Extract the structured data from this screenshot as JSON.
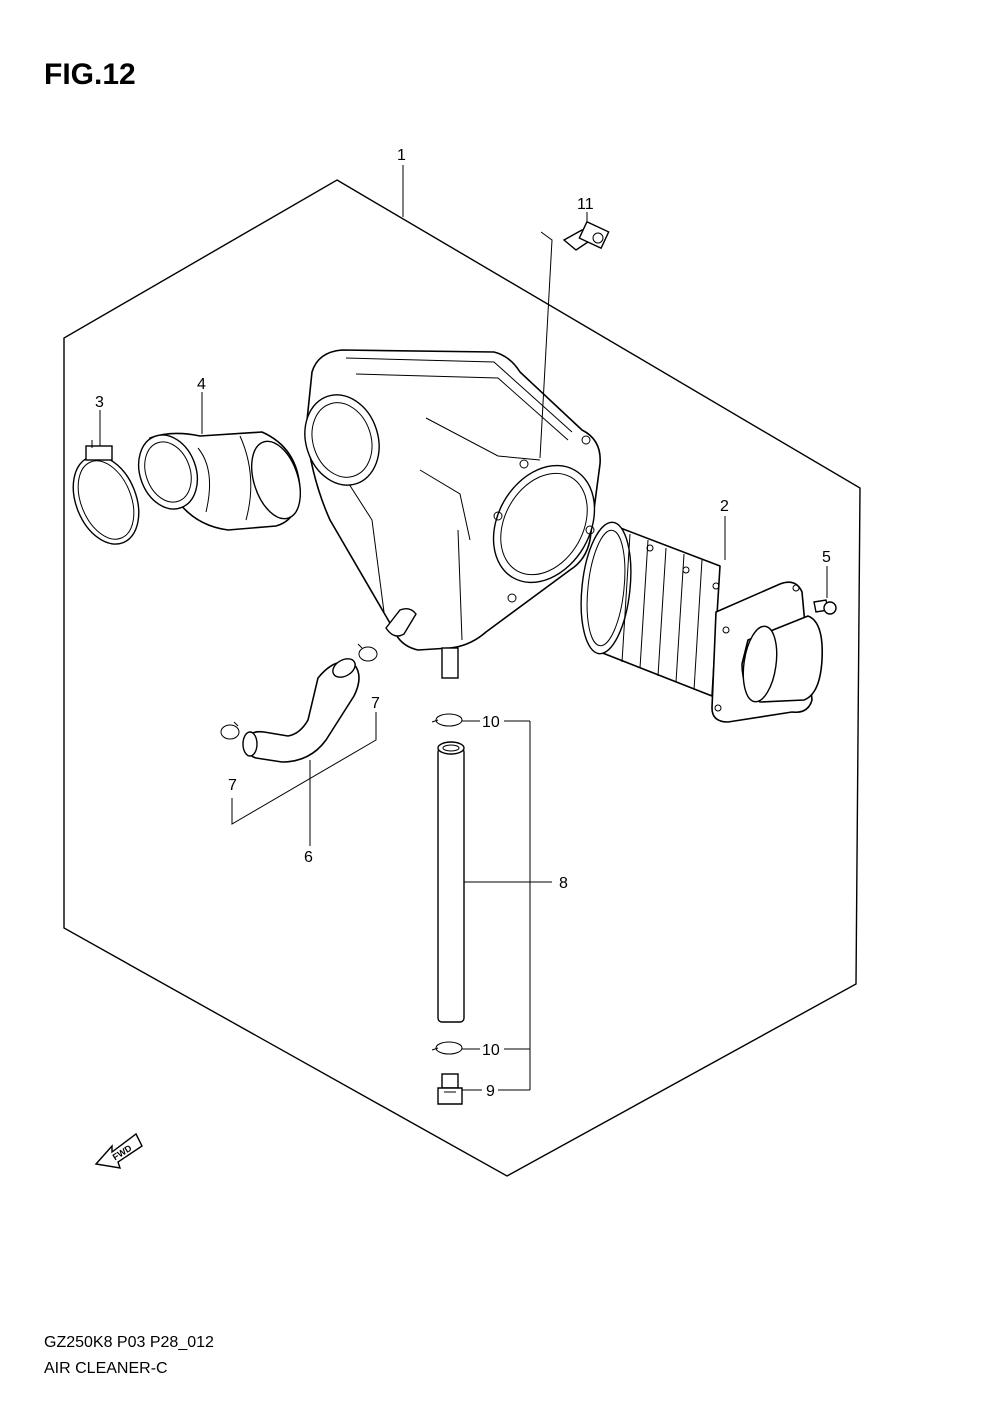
{
  "figure": {
    "title": "FIG.12",
    "footer_code": "GZ250K8 P03 P28_012",
    "footer_name": "AIR CLEANER-C",
    "fwd_label": "FWD"
  },
  "callouts": {
    "c1": "1",
    "c2": "2",
    "c3": "3",
    "c4": "4",
    "c5": "5",
    "c6": "6",
    "c7a": "7",
    "c7b": "7",
    "c8": "8",
    "c9": "9",
    "c10a": "10",
    "c10b": "10",
    "c11": "11"
  }
}
